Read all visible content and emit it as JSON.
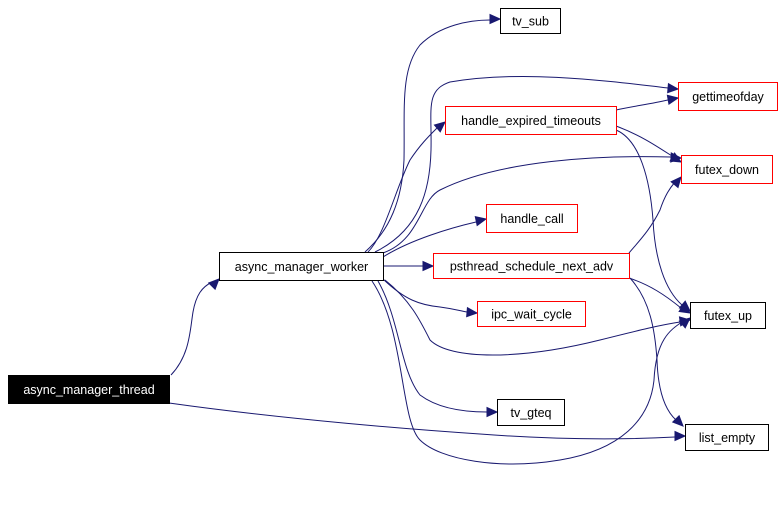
{
  "diagram": {
    "type": "call-graph",
    "colors": {
      "edge": "#191970",
      "root_fill": "#000000",
      "root_text": "#ffffff",
      "normal_border": "#000000",
      "linked_border": "#ff0000",
      "node_fill": "#ffffff",
      "node_text": "#000000"
    },
    "nodes": [
      {
        "id": "async_manager_thread",
        "label": "async_manager_thread",
        "style": "root"
      },
      {
        "id": "async_manager_worker",
        "label": "async_manager_worker",
        "style": "normal"
      },
      {
        "id": "tv_sub",
        "label": "tv_sub",
        "style": "normal"
      },
      {
        "id": "gettimeofday",
        "label": "gettimeofday",
        "style": "linked"
      },
      {
        "id": "handle_expired_timeouts",
        "label": "handle_expired_timeouts",
        "style": "linked"
      },
      {
        "id": "futex_down",
        "label": "futex_down",
        "style": "linked"
      },
      {
        "id": "handle_call",
        "label": "handle_call",
        "style": "linked"
      },
      {
        "id": "psthread_schedule_next_adv",
        "label": "psthread_schedule_next_adv",
        "style": "linked"
      },
      {
        "id": "ipc_wait_cycle",
        "label": "ipc_wait_cycle",
        "style": "linked"
      },
      {
        "id": "futex_up",
        "label": "futex_up",
        "style": "normal"
      },
      {
        "id": "tv_gteq",
        "label": "tv_gteq",
        "style": "normal"
      },
      {
        "id": "list_empty",
        "label": "list_empty",
        "style": "normal"
      }
    ],
    "edges": [
      {
        "from": "async_manager_thread",
        "to": "async_manager_worker"
      },
      {
        "from": "async_manager_thread",
        "to": "list_empty"
      },
      {
        "from": "async_manager_worker",
        "to": "tv_sub"
      },
      {
        "from": "async_manager_worker",
        "to": "gettimeofday"
      },
      {
        "from": "async_manager_worker",
        "to": "handle_expired_timeouts"
      },
      {
        "from": "async_manager_worker",
        "to": "futex_down"
      },
      {
        "from": "async_manager_worker",
        "to": "handle_call"
      },
      {
        "from": "async_manager_worker",
        "to": "psthread_schedule_next_adv"
      },
      {
        "from": "async_manager_worker",
        "to": "ipc_wait_cycle"
      },
      {
        "from": "async_manager_worker",
        "to": "futex_up"
      },
      {
        "from": "async_manager_worker",
        "to": "tv_gteq"
      },
      {
        "from": "async_manager_worker",
        "to": "list_empty"
      },
      {
        "from": "handle_expired_timeouts",
        "to": "gettimeofday"
      },
      {
        "from": "handle_expired_timeouts",
        "to": "futex_down"
      },
      {
        "from": "handle_expired_timeouts",
        "to": "futex_up"
      },
      {
        "from": "psthread_schedule_next_adv",
        "to": "futex_down"
      },
      {
        "from": "psthread_schedule_next_adv",
        "to": "futex_up"
      },
      {
        "from": "psthread_schedule_next_adv",
        "to": "list_empty"
      }
    ]
  }
}
